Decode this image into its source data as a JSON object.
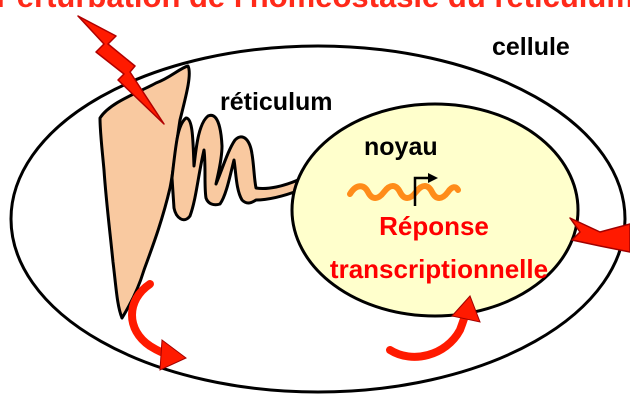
{
  "diagram": {
    "title": "Perturbation de l'homéostasie du réticulum",
    "labels": {
      "cell": "cellule",
      "reticulum": "réticulum",
      "nucleus": "noyau",
      "response_line1": "Réponse",
      "response_line2": "transcriptionnelle"
    },
    "colors": {
      "title": "#ff2a1a",
      "response_text": "#ff0000",
      "arrows": "#ff1a00",
      "reticulum_fill": "#f9c9a0",
      "nucleus_fill": "#ffffcc",
      "mrna_wave": "#ff8c1a",
      "outline": "#000000"
    },
    "icons": {
      "stress_signal": "lightning-bolt-icon",
      "gene_promoter": "flag-icon",
      "mrna": "wave-icon",
      "output_arrow": "arrow-right-icon"
    }
  }
}
